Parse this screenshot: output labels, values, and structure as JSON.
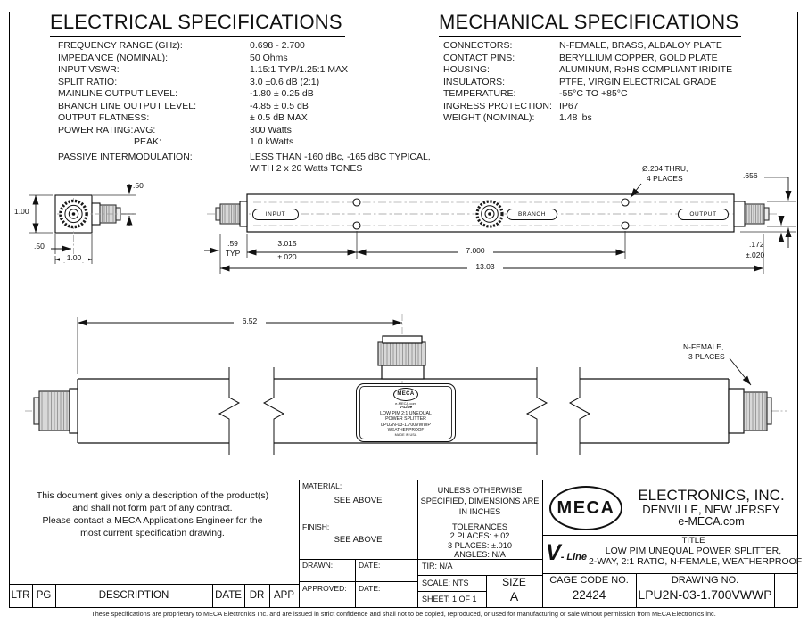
{
  "spec_left": {
    "title": "ELECTRICAL SPECIFICATIONS",
    "rows": [
      {
        "label": "FREQUENCY RANGE (GHz):",
        "value": "0.698 - 2.700"
      },
      {
        "label": "IMPEDANCE (NOMINAL):",
        "value": "50 Ohms"
      },
      {
        "label": "INPUT VSWR:",
        "value": "1.15:1 TYP/1.25:1 MAX"
      },
      {
        "label": "SPLIT RATIO:",
        "value": "3.0 ±0.6 dB (2:1)"
      },
      {
        "label": "MAINLINE OUTPUT LEVEL:",
        "value": "-1.80 ± 0.25 dB"
      },
      {
        "label": "BRANCH LINE OUTPUT LEVEL:",
        "value": "-4.85 ± 0.5 dB"
      },
      {
        "label": "OUTPUT FLATNESS:",
        "value": "± 0.5 dB MAX"
      }
    ],
    "power": {
      "label": "POWER RATING:",
      "avg_label": "AVG:",
      "avg_value": "300 Watts",
      "peak_label": "PEAK:",
      "peak_value": "1.0 kWatts"
    },
    "pim": {
      "label": "PASSIVE INTERMODULATION:",
      "line1": "LESS THAN -160 dBc, -165 dBC TYPICAL,",
      "line2": "WITH 2 x 20 Watts TONES"
    }
  },
  "spec_right": {
    "title": "MECHANICAL SPECIFICATIONS",
    "rows": [
      {
        "label": "CONNECTORS:",
        "value": "N-FEMALE, BRASS, ALBALOY PLATE"
      },
      {
        "label": "CONTACT PINS:",
        "value": "BERYLLIUM COPPER, GOLD PLATE"
      },
      {
        "label": "HOUSING:",
        "value": "ALUMINUM, RoHS COMPLIANT IRIDITE"
      },
      {
        "label": "INSULATORS:",
        "value": "PTFE, VIRGIN ELECTRICAL GRADE"
      },
      {
        "label": "TEMPERATURE:",
        "value": "-55°C TO +85°C"
      },
      {
        "label": "INGRESS PROTECTION:",
        "value": "IP67"
      },
      {
        "label": "WEIGHT (NOMINAL):",
        "value": "1.48 lbs"
      }
    ]
  },
  "views": {
    "end_view": {
      "dim_height": "1.00",
      "dim_conn_offset": ".50",
      "dim_center": ".50",
      "dim_width": "1.00"
    },
    "top_view": {
      "input": "INPUT",
      "branch": "BRANCH",
      "output": "OUTPUT",
      "hole_note1": "Ø.204 THRU,",
      "hole_note2": "4 PLACES",
      "dim_conn_dia": ".656",
      "dim_conn_len": ".59",
      "dim_conn_len_sub": "TYP",
      "dim_input_hole": "3.015",
      "dim_input_hole_tol": "±.020",
      "dim_hole_span": "7.000",
      "dim_overall": "13.03",
      "dim_edge": ".172",
      "dim_edge_tol": "±.020"
    },
    "side_view": {
      "dim_branch": "6.52",
      "note1": "N-FEMALE,",
      "note2": "3 PLACES",
      "plate": {
        "brand": "MECA",
        "site": "e-MECA.com",
        "series": "V-Line",
        "l1": "LOW PIM 2:1 UNEQUAL",
        "l2": "POWER SPLITTER",
        "l3": "LPU2N-03-1.700VWWP",
        "l4": "WEATHERPROOF",
        "l5": "MADE IN USA"
      }
    }
  },
  "disclaimer": {
    "line1": "This document gives only a description of the product(s)",
    "line2": "and shall not form part of any contract.",
    "line3": "Please contact a MECA Applications Engineer for the",
    "line4": "most current specification drawing."
  },
  "revision": {
    "headers": [
      "LTR",
      "PG",
      "DESCRIPTION",
      "DATE",
      "DR",
      "APP"
    ]
  },
  "title_block": {
    "material_label": "MATERIAL:",
    "material_value": "SEE ABOVE",
    "finish_label": "FINISH:",
    "finish_value": "SEE ABOVE",
    "drawn_label": "DRAWN:",
    "drawn_date_label": "DATE:",
    "approved_label": "APPROVED:",
    "approved_date_label": "DATE:",
    "units1": "UNLESS OTHERWISE",
    "units2": "SPECIFIED, DIMENSIONS ARE",
    "units3": "IN INCHES",
    "tol_title": "TOLERANCES",
    "tol1": "2 PLACES: ±.02",
    "tol2": "3 PLACES: ±.010",
    "tol3": "ANGLES: N/A",
    "tir": "TIR: N/A",
    "scale": "SCALE: NTS",
    "sheet": "SHEET: 1 OF 1",
    "size_label": "SIZE",
    "size_value": "A",
    "company": {
      "logo": "MECA",
      "name": "ELECTRONICS, INC.",
      "city": "DENVILLE, NEW JERSEY",
      "web": "e-MECA.com"
    },
    "series": {
      "v": "V",
      "rest": "- Line"
    },
    "title_label": "TITLE",
    "title_line1": "LOW PIM UNEQUAL POWER SPLITTER,",
    "title_line2": "2-WAY, 2:1 RATIO, N-FEMALE, WEATHERPROOF",
    "cage_label": "CAGE CODE NO.",
    "cage_value": "22424",
    "drawing_label": "DRAWING NO.",
    "drawing_value": "LPU2N-03-1.700VWWP"
  },
  "footer": {
    "text": "These specifications are proprietary to MECA Electronics Inc. and are issued in strict confidence and shall not to be copied, reproduced, or used for manufacturing or sale without permission from MECA Electronics inc."
  }
}
